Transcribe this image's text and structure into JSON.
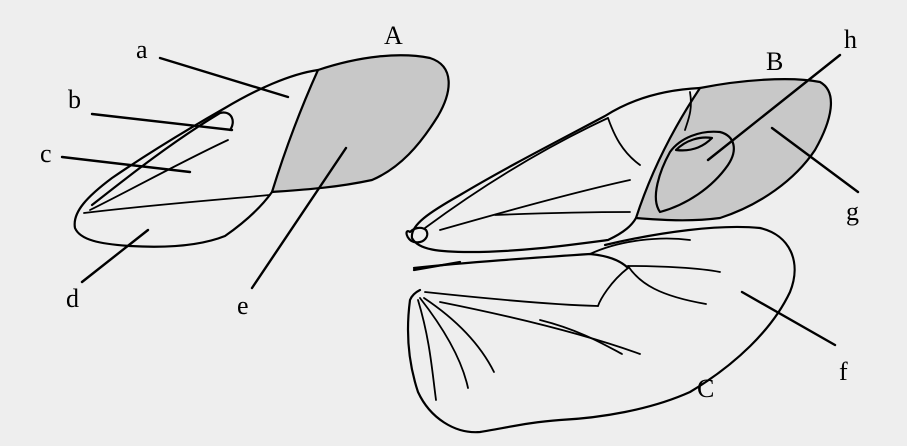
{
  "figure": {
    "wing_letters": {
      "A": "A",
      "B": "B",
      "C": "C"
    },
    "parts": {
      "a": "a",
      "b": "b",
      "c": "c",
      "d": "d",
      "e": "e",
      "f": "f",
      "g": "g",
      "h": "h"
    },
    "colors": {
      "background": "#eeeeee",
      "outline": "#000000",
      "shaded_region": "#c8c8c8"
    }
  }
}
